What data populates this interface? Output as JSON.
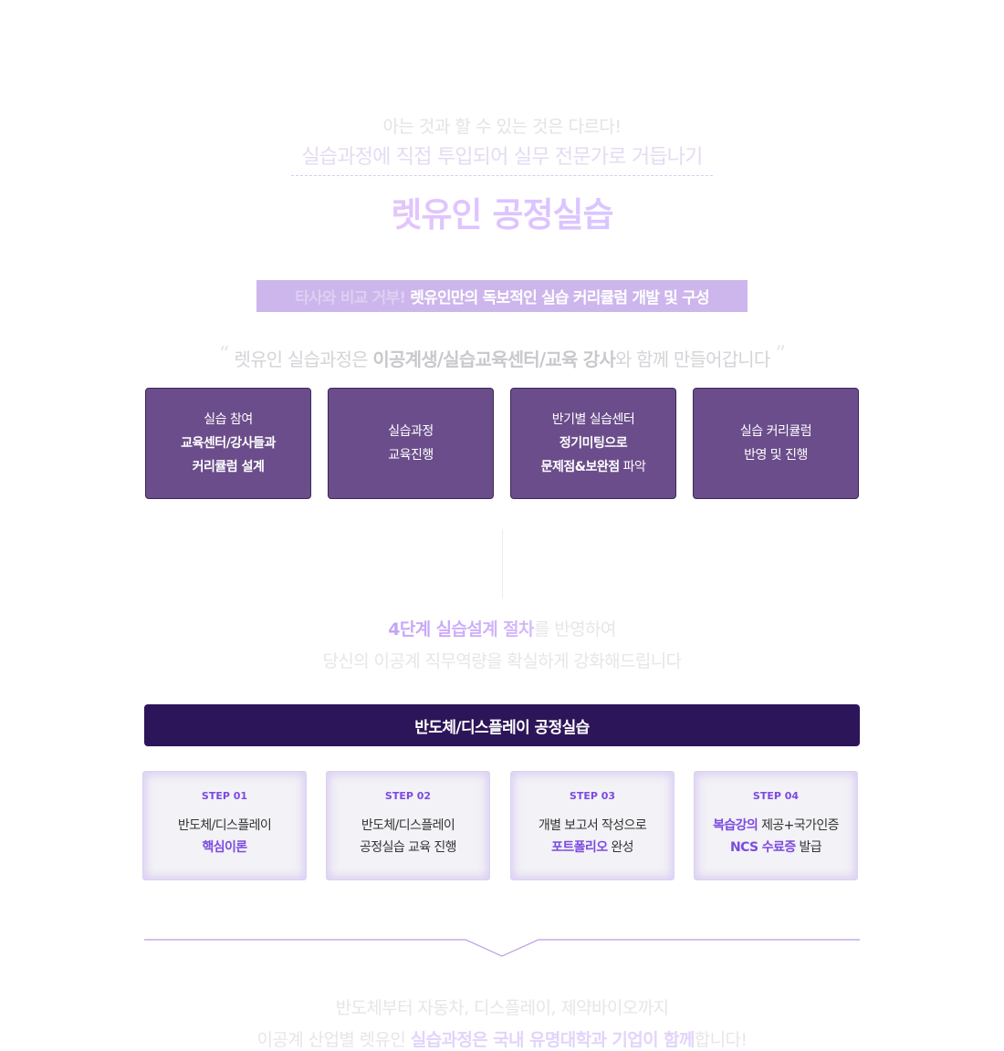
{
  "hero": {
    "tagline": "아는 것과 할 수 있는 것은 다르다!",
    "subtitle": "실습과정에 직접 투입되어 실무 전문가로 거듭나기",
    "title": "렛유인 공정실습"
  },
  "banner": {
    "faint": "타사와 비교 거부!",
    "strong": "렛유인만의 독보적인 실습 커리큘럼 개발 및 구성"
  },
  "quote": {
    "open_mark": "“",
    "close_mark": "”",
    "prefix": "렛유인 실습과정은 ",
    "emphasis": "이공계생/실습교육센터/교육 강사",
    "suffix": "와 함께 만들어갑니다"
  },
  "process": [
    {
      "line1": "실습 참여",
      "line2": "교육센터/강사들과",
      "line3": "커리큘럼 설계"
    },
    {
      "line1": "실습과정",
      "line2": "교육진행"
    },
    {
      "line1": "반기별 실습센터",
      "line2": "정기미팅으로",
      "line3_strong": "문제점&보완점",
      "line3_rest": " 파악"
    },
    {
      "line1": "실습 커리큘럼",
      "line2": "반영 및 진행"
    }
  ],
  "reflect": {
    "emphasis": "4단계 실습설계 절차",
    "rest1": "를 반영하여",
    "line2": "당신의 이공계 직무역량을 확실하게 강화해드립니다"
  },
  "course": {
    "title": "반도체/디스플레이 공정실습"
  },
  "steps": [
    {
      "label": "STEP 01",
      "line1": "반도체/디스플레이",
      "line2_hl": "핵심이론",
      "line2_rest": ""
    },
    {
      "label": "STEP 02",
      "line1": "반도체/디스플레이",
      "line2_hl": "",
      "line2_rest": "공정실습 교육 진행"
    },
    {
      "label": "STEP 03",
      "line1": "개별 보고서 작성으로",
      "line2_hl": "포트폴리오",
      "line2_rest": " 완성"
    },
    {
      "label": "STEP 04",
      "line1_hl": "복습강의",
      "line1_rest": " 제공+국가인증",
      "line2_hl": "NCS 수료증",
      "line2_rest": " 발급"
    }
  ],
  "footer": {
    "line1": "반도체부터 자동차, 디스플레이, 제약바이오까지",
    "line2_prefix": "이공계 산업별 렛유인 ",
    "line2_emphasis": "실습과정은 국내 유명대학과 기업이 함께",
    "line2_suffix": "합니다!"
  }
}
